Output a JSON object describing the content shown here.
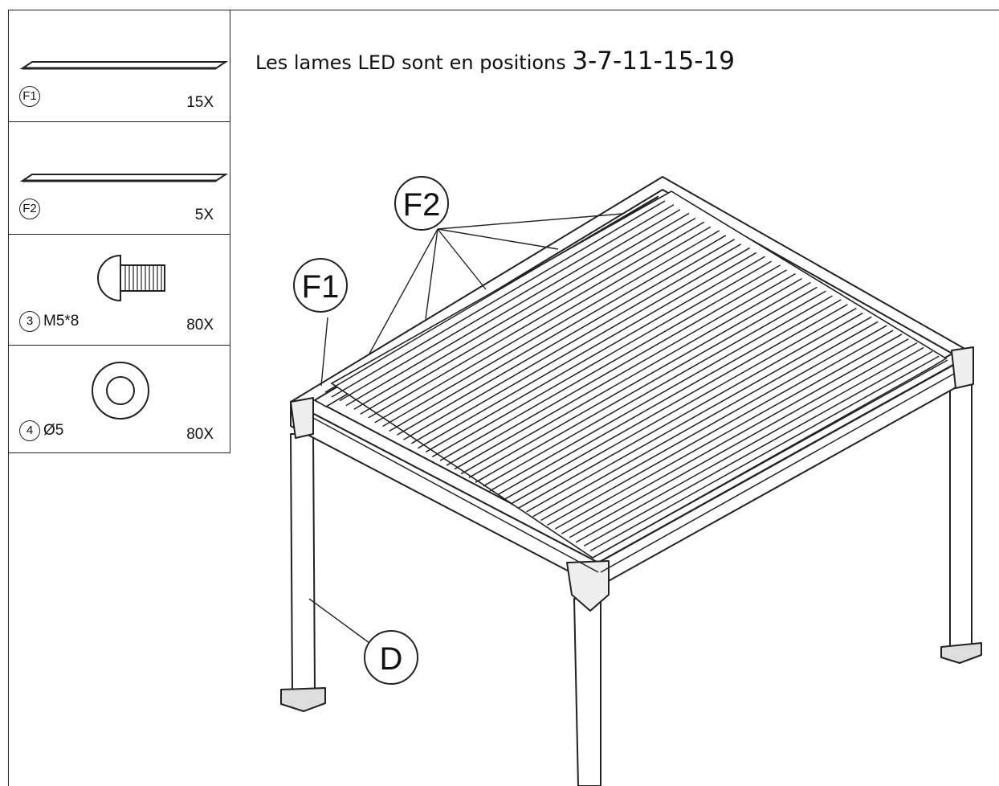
{
  "instruction": {
    "text": "Les lames LED sont en positions ",
    "positions": "3-7-11-15-19"
  },
  "parts": [
    {
      "id": "F1",
      "qty": "15X"
    },
    {
      "id": "F2",
      "qty": "5X"
    },
    {
      "id": "3",
      "spec": "M5*8",
      "qty": "80X"
    },
    {
      "id": "4",
      "spec": "Ø5",
      "qty": "80X"
    }
  ],
  "callouts": {
    "f1": "F1",
    "f2": "F2",
    "d": "D"
  }
}
